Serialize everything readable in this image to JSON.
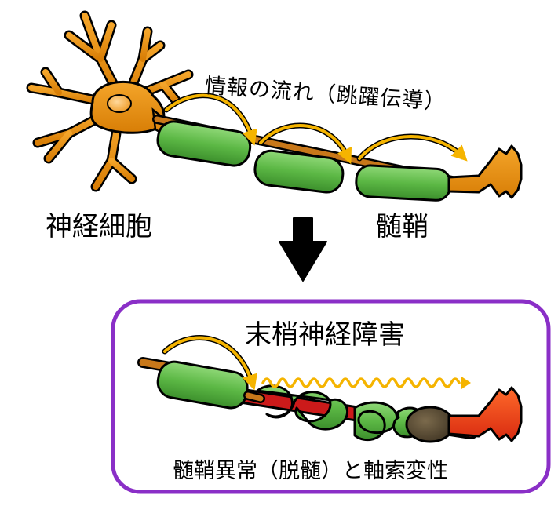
{
  "labels": {
    "info_flow": "情報の流れ（跳躍伝導）",
    "nerve_cell": "神経細胞",
    "myelin": "髄鞘",
    "peripheral_neuropathy": "末梢神経障害",
    "abnormality": "髄鞘異常（脱髄）と軸索変性"
  },
  "colors": {
    "neuron_body": "#e8900a",
    "nucleus": "#f5b040",
    "myelin": "#5cb845",
    "signal_arrow": "#f5b400",
    "degenerated_axon": "#cc1a1a",
    "terminal_degenerated": "#ee4411",
    "box_border": "#8a2fc7",
    "down_arrow": "#000000"
  }
}
